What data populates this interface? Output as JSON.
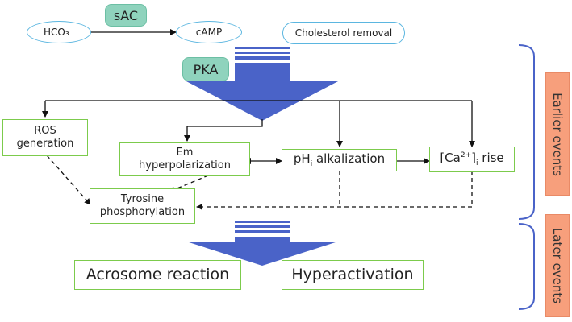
{
  "nodes": {
    "hco3": "HCO₃⁻",
    "sac": "sAC",
    "camp": "cAMP",
    "cholesterol": "Cholesterol removal",
    "pka": "PKA",
    "ros_line1": "ROS",
    "ros_line2": "generation",
    "em_line1": "Em",
    "em_line2": "hyperpolarization",
    "ph_main": "pH",
    "ph_sub": "i",
    "ph_rest": " alkalization",
    "ca_open": "[Ca",
    "ca_sup": "2+",
    "ca_close": "]",
    "ca_sub": "i",
    "ca_rest": " rise",
    "tyr_line1": "Tyrosine",
    "tyr_line2": "phosphorylation",
    "acrosome": "Acrosome reaction",
    "hyper": "Hyperactivation"
  },
  "phases": {
    "earlier": "Earlier events",
    "later": "Later events"
  },
  "colors": {
    "arrow_blue": "#4a63c8",
    "oval_border": "#5bb6e0",
    "teal_fill": "#8fd3bd",
    "box_border": "#7ccb4c",
    "bracket": "#4a63c8",
    "phase_fill": "#f79f7c"
  }
}
